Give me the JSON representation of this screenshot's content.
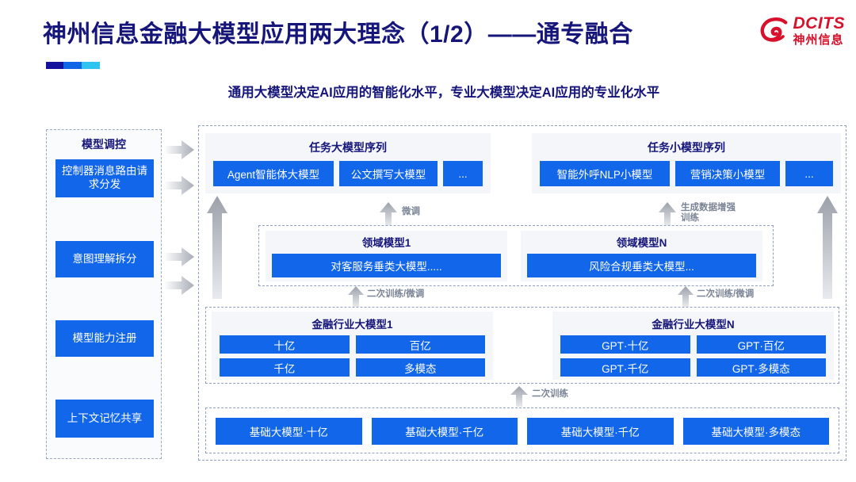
{
  "header": {
    "title": "神州信息金融大模型应用两大理念（1/2）——通专融合",
    "subtitle": "通用大模型决定AI应用的智能化水平，专业大模型决定AI应用的专业化水平",
    "accent_colors": [
      "#14119c",
      "#1166e8",
      "#2ec4ef"
    ],
    "title_color": "#15157a"
  },
  "logo": {
    "mark": "dcits-swirl-logo",
    "english": "DCITS",
    "chinese": "神州信息",
    "color": "#d7112b"
  },
  "sidebar": {
    "title": "模型调控",
    "items": [
      {
        "label": "控制器消息路由请求分发"
      },
      {
        "label": "意图理解拆分"
      },
      {
        "label": "模型能力注册"
      },
      {
        "label": "上下文记忆共享"
      }
    ]
  },
  "arrows": {
    "sidebar_to_diagram": [
      "right-arrow-icon",
      "right-arrow-icon",
      "right-arrow-icon",
      "right-arrow-icon"
    ],
    "labels": {
      "fine_tune": "微调",
      "data_aug_train": "生成数据增强\n训练",
      "retrain_finetune_left": "二次训练/微调",
      "retrain_finetune_right": "二次训练/微调",
      "retrain": "二次训练"
    }
  },
  "diagram": {
    "task_big": {
      "title": "任务大模型序列",
      "chips": [
        "Agent智能体大模型",
        "公文撰写大模型",
        "..."
      ]
    },
    "task_small": {
      "title": "任务小模型序列",
      "chips": [
        "智能外呼NLP小模型",
        "营销决策小模型",
        "..."
      ]
    },
    "domain_models": [
      {
        "title": "领域模型1",
        "chip": "对客服务垂类大模型....."
      },
      {
        "title": "领域模型N",
        "chip": "风险合规垂类大模型..."
      }
    ],
    "industry_models": [
      {
        "title": "金融行业大模型1",
        "chips": [
          "十亿",
          "百亿",
          "千亿",
          "多模态"
        ]
      },
      {
        "title": "金融行业大模型N",
        "chips": [
          "GPT·十亿",
          "GPT·百亿",
          "GPT·千亿",
          "GPT·多模态"
        ]
      }
    ],
    "base_models": [
      "基础大模型·十亿",
      "基础大模型·千亿",
      "基础大模型·千亿",
      "基础大模型·多模态"
    ]
  },
  "colors": {
    "chip_blue": "#1266ea",
    "panel_bg": "#f4f6fa",
    "dashed_border": "#8fa0c4",
    "arrow_gray": "#b8bcc4"
  }
}
